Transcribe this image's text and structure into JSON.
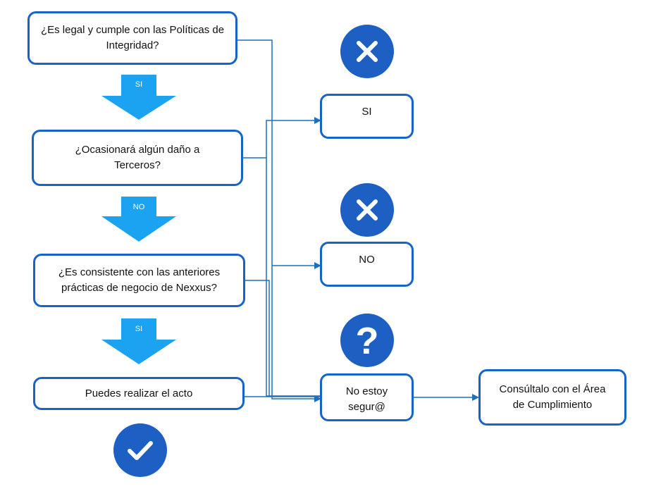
{
  "colors": {
    "box_border": "#1763c7",
    "connector": "#1f6fbf",
    "down_arrow": "#1ba3f2",
    "badge": "#1e5fc4"
  },
  "questions": {
    "q1": "¿Es legal y cumple con las Políticas de Integridad?",
    "q2": "¿Ocasionará algún daño a Terceros?",
    "q3": "¿Es consistente con las anteriores prácticas de negocio de Nexxus?",
    "result": "Puedes realizar el acto"
  },
  "flow_labels": {
    "a1": "SI",
    "a2": "NO",
    "a3": "SI"
  },
  "answers": {
    "si": "SI",
    "no": "NO",
    "unsure": "No estoy segur@",
    "consult": "Consúltalo con el Área de Cumplimiento"
  },
  "icons": {
    "badge1": "x-icon",
    "badge2": "x-icon",
    "badge3": "question-icon",
    "badge4": "check-icon"
  }
}
